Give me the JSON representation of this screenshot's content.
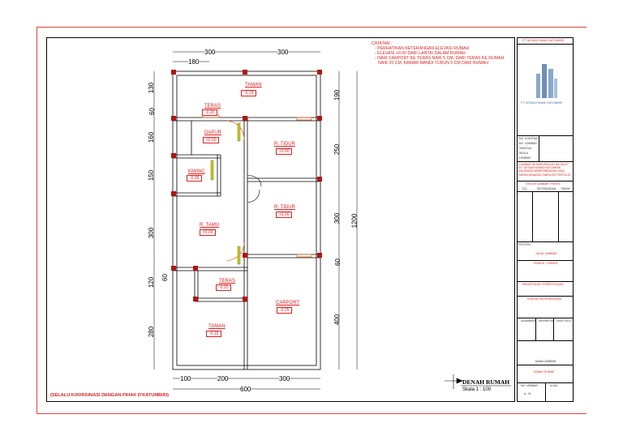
{
  "notes": {
    "heading": "CATATAN :",
    "items": [
      "PERHATIKAN KETERANGAN ELEVASI RUMAH",
      "ELEVASI +0.00 DARI LANTAI DALAM RUMAH",
      "DARI CARPORT KE TERAS NAIK 5 CM, DARI TERAS KE RUMAH",
      "NAIK 20 CM, KAMAR MANDI TURUN 5 CM DARI RUMAH"
    ]
  },
  "footer_note": "(SELALU KOORDINASI DENGAN PIHAK D'KATUMBIRI)",
  "drawing_title": "DENAH RUMAH",
  "drawing_scale": "Skala 1 : 100",
  "rooms": {
    "taman_top": {
      "label": "TAMAN",
      "elev": "-0.15"
    },
    "teras_top": {
      "label": "TERAS",
      "elev": "-0.20"
    },
    "dapur": {
      "label": "DAPUR",
      "elev": "±0.00"
    },
    "km_wc": {
      "label": "KM/WC",
      "elev": "-0.05"
    },
    "r_tidur_1": {
      "label": "R. TIDUR",
      "elev": "±0.00"
    },
    "r_tidur_2": {
      "label": "R. TIDUR",
      "elev": "±0.00"
    },
    "r_tamu": {
      "label": "R. TAMU",
      "elev": "±0.00"
    },
    "teras_bottom": {
      "label": "TERAS",
      "elev": "-0.20"
    },
    "carport": {
      "label": "CARPORT",
      "elev": "-0.25"
    },
    "taman_bottom": {
      "label": "TAMAN",
      "elev": "-0.15"
    }
  },
  "dims": {
    "top_a": "300",
    "top_b": "300",
    "top_c": "180",
    "bottom_a": "100",
    "bottom_b": "200",
    "bottom_c": "300",
    "bottom_total": "600",
    "left": [
      "130",
      "60",
      "160",
      "150",
      "300",
      "120",
      "60",
      "280"
    ],
    "right": [
      "190",
      "250",
      "300",
      "60",
      "400"
    ],
    "right_total": "1200"
  },
  "title_block": {
    "company_top": "PT. DESAIN RUMAH KATUMBIRI",
    "company_logo_text": "PT. DESAIN RUMAH KATUMBIRI",
    "info_rows": [
      "NO. KONTRAK",
      "NO. GAMBAR",
      "TANGGAL",
      "SKALA",
      "LEMBAR"
    ],
    "disclaimer": "GAMBAR INI MERUPAKAN HAK MILIK PT. DESAIN RUMAH KATUMBIRI DILARANG MEMPERBANYAK ATAU MENGGUNAKAN TANPA IZIN TERTULIS",
    "revision_title": "STATUS GAMBAR / REVISI",
    "revision_cols": [
      "TGL",
      "KETERANGAN",
      "PARAF"
    ],
    "project_label": "PROYEK",
    "project_value": "JUDUL GAMBAR",
    "owner_label": "PEMILIK / OWNER",
    "approval_label": "MENGETAHUI / PERSETUJUAN",
    "approval_value": "KONSULTAN PERENCANA",
    "signers": [
      "DIGAMBAR",
      "DIPERIKSA",
      "DISETUJUI"
    ],
    "drawing_name_label": "NAMA GAMBAR",
    "drawing_name_value": "DENAH RUMAH",
    "sheet_label": "NO. LEMBAR",
    "code_label": "KODE",
    "sheet_no": "A - 01"
  }
}
